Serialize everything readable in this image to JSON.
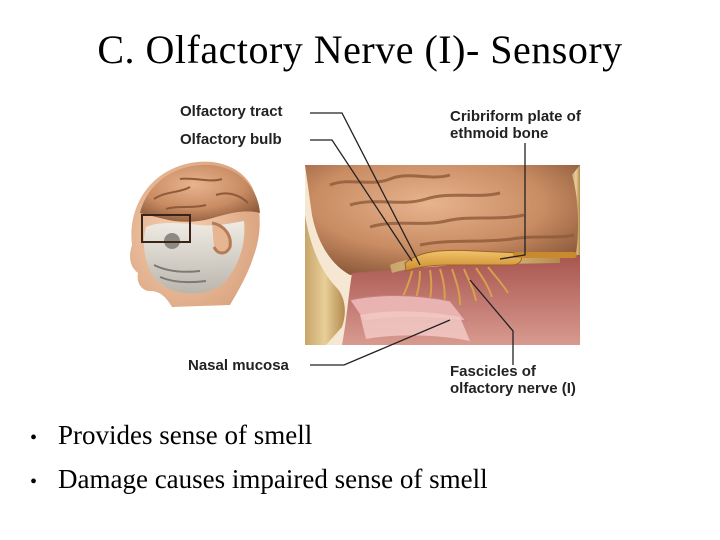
{
  "title": "C.  Olfactory Nerve (I)- Sensory",
  "figure": {
    "labels": {
      "tract": "Olfactory tract",
      "bulb": "Olfactory bulb",
      "cribriform_line1": "Cribriform plate of",
      "cribriform_line2": "ethmoid bone",
      "mucosa": "Nasal mucosa",
      "fascicles_line1": "Fascicles of",
      "fascicles_line2": "olfactory nerve (I)"
    }
  },
  "bullets": [
    "Provides sense of smell",
    "Damage causes impaired sense of smell"
  ]
}
